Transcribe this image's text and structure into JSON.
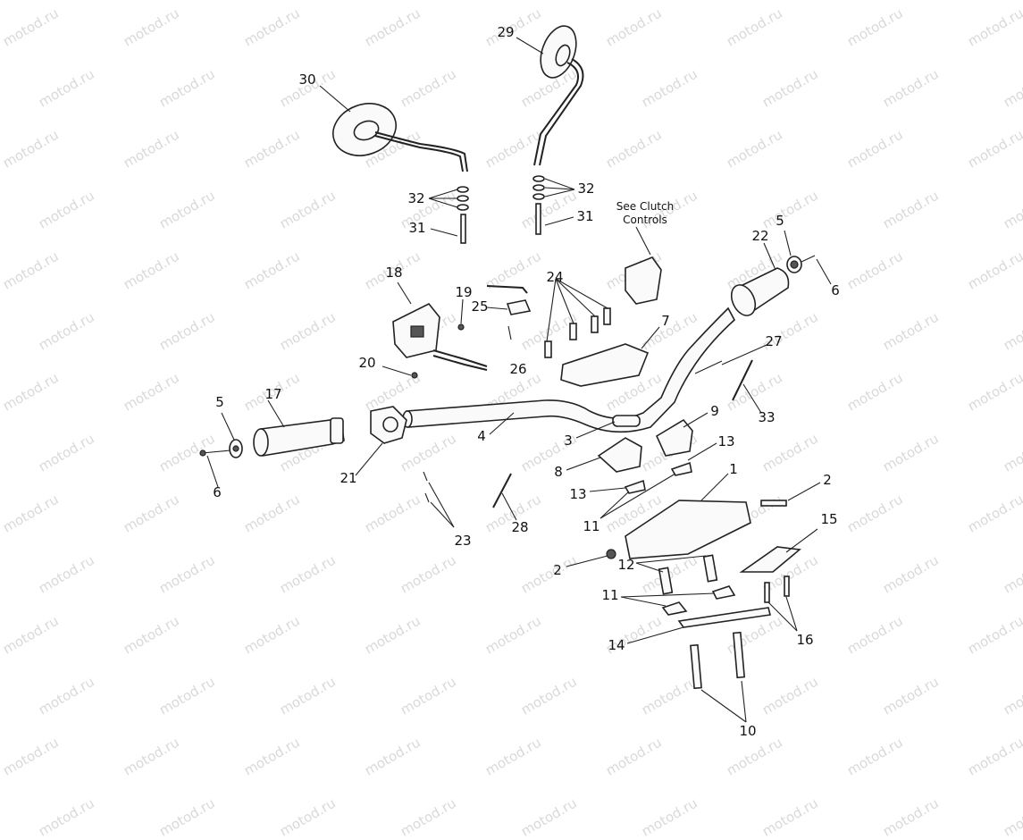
{
  "watermark": "motod.ru",
  "callouts": {
    "c1": "1",
    "c2a": "2",
    "c2b": "2",
    "c3": "3",
    "c4": "4",
    "c5a": "5",
    "c5b": "5",
    "c6a": "6",
    "c6b": "6",
    "c7": "7",
    "c8": "8",
    "c9": "9",
    "c10": "10",
    "c11a": "11",
    "c11b": "11",
    "c12": "12",
    "c13a": "13",
    "c13b": "13",
    "c14": "14",
    "c15": "15",
    "c16": "16",
    "c17": "17",
    "c18": "18",
    "c19": "19",
    "c20": "20",
    "c21": "21",
    "c22": "22",
    "c23": "23",
    "c24": "24",
    "c25": "25",
    "c26": "26",
    "c27": "27",
    "c28": "28",
    "c29": "29",
    "c30": "30",
    "c31a": "31",
    "c31b": "31",
    "c32a": "32",
    "c32b": "32",
    "c33": "33"
  },
  "note_clutch_line1": "See Clutch",
  "note_clutch_line2": "Controls"
}
